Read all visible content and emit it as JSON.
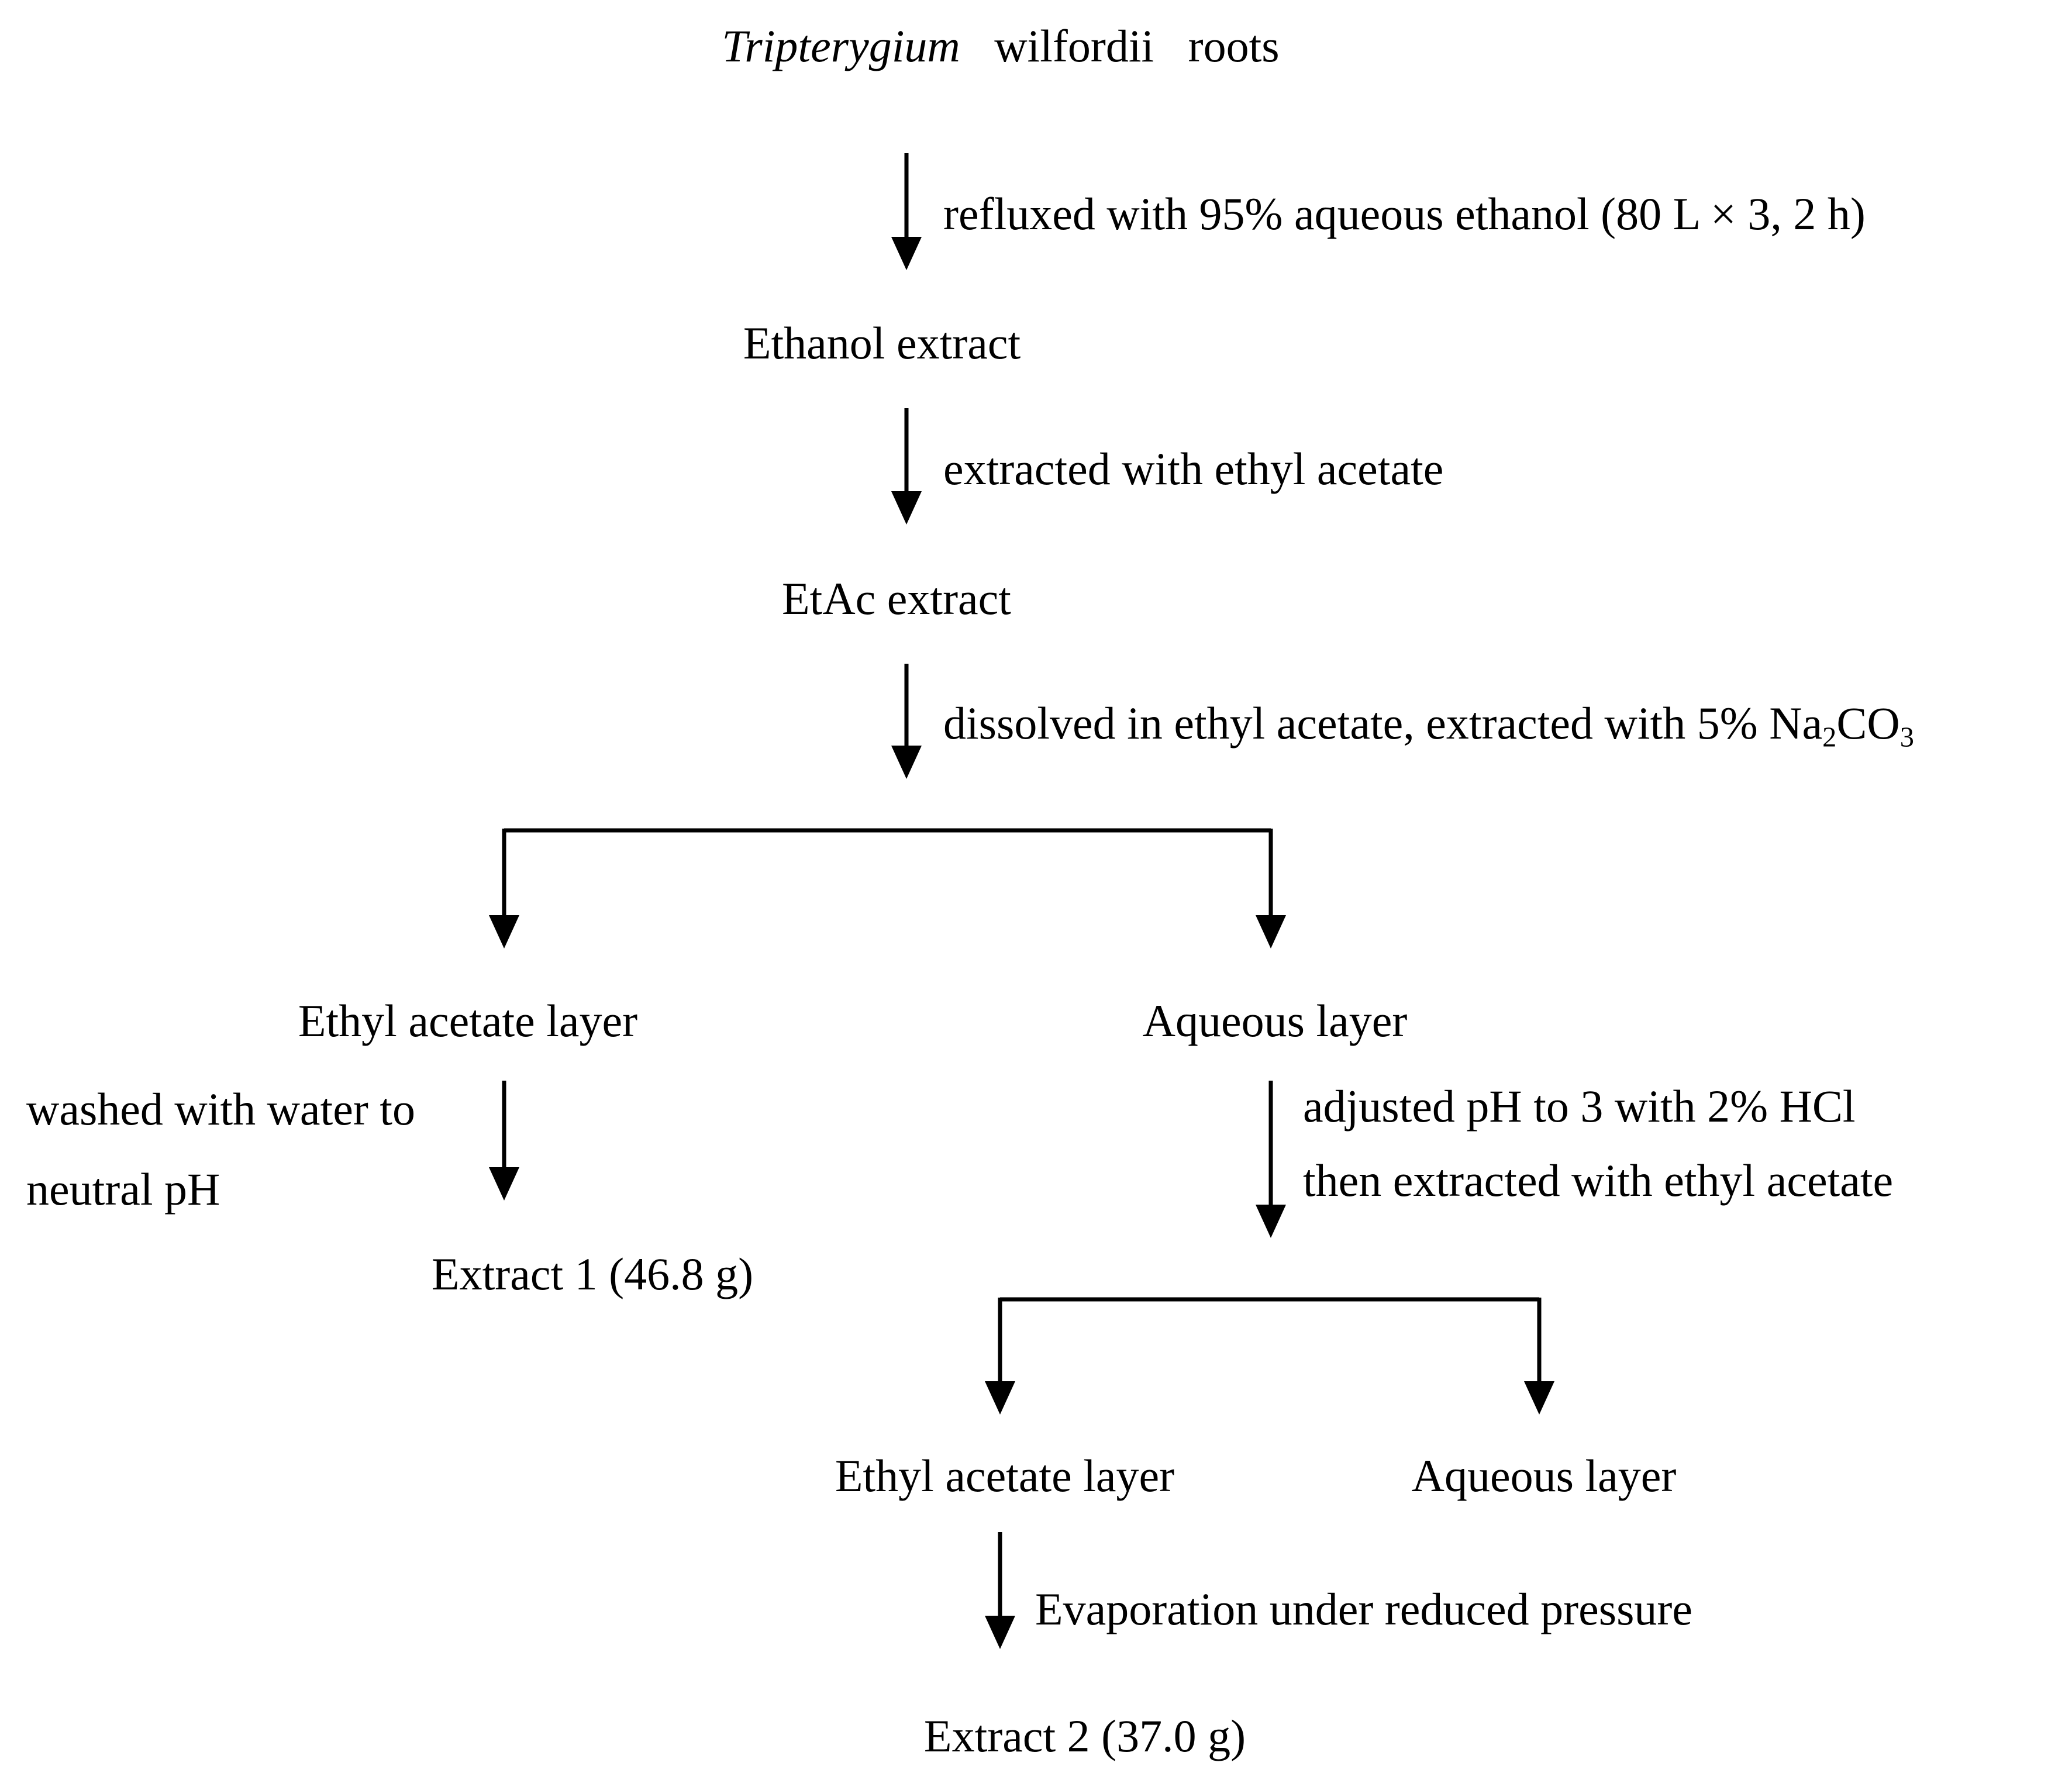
{
  "nodes": {
    "source_italic": "Tripterygium",
    "source_rest": "wilfordii   roots",
    "ethanol_extract": "Ethanol extract",
    "etac_extract": "EtAc extract",
    "ethyl_layer_1": "Ethyl acetate layer",
    "aqueous_layer_1": "Aqueous layer",
    "extract_1": "Extract 1 (46.8 g)",
    "ethyl_layer_2": "Ethyl acetate layer",
    "aqueous_layer_2": "Aqueous layer",
    "extract_2": "Extract 2 (37.0 g)"
  },
  "steps": {
    "reflux": "refluxed with 95% aqueous ethanol (80 L × 3, 2 h)",
    "extract_etac": "extracted with ethyl acetate",
    "dissolve_pre": "dissolved in ethyl acetate, extracted with 5% Na",
    "dissolve_sub1": "2",
    "dissolve_mid": "CO",
    "dissolve_sub2": "3",
    "wash_line1": "washed with water to",
    "wash_line2": "neutral pH",
    "adjust_line1": "adjusted pH to 3 with 2% HCl",
    "adjust_line2": "then extracted with ethyl acetate",
    "evaporation": "Evaporation under reduced pressure"
  }
}
